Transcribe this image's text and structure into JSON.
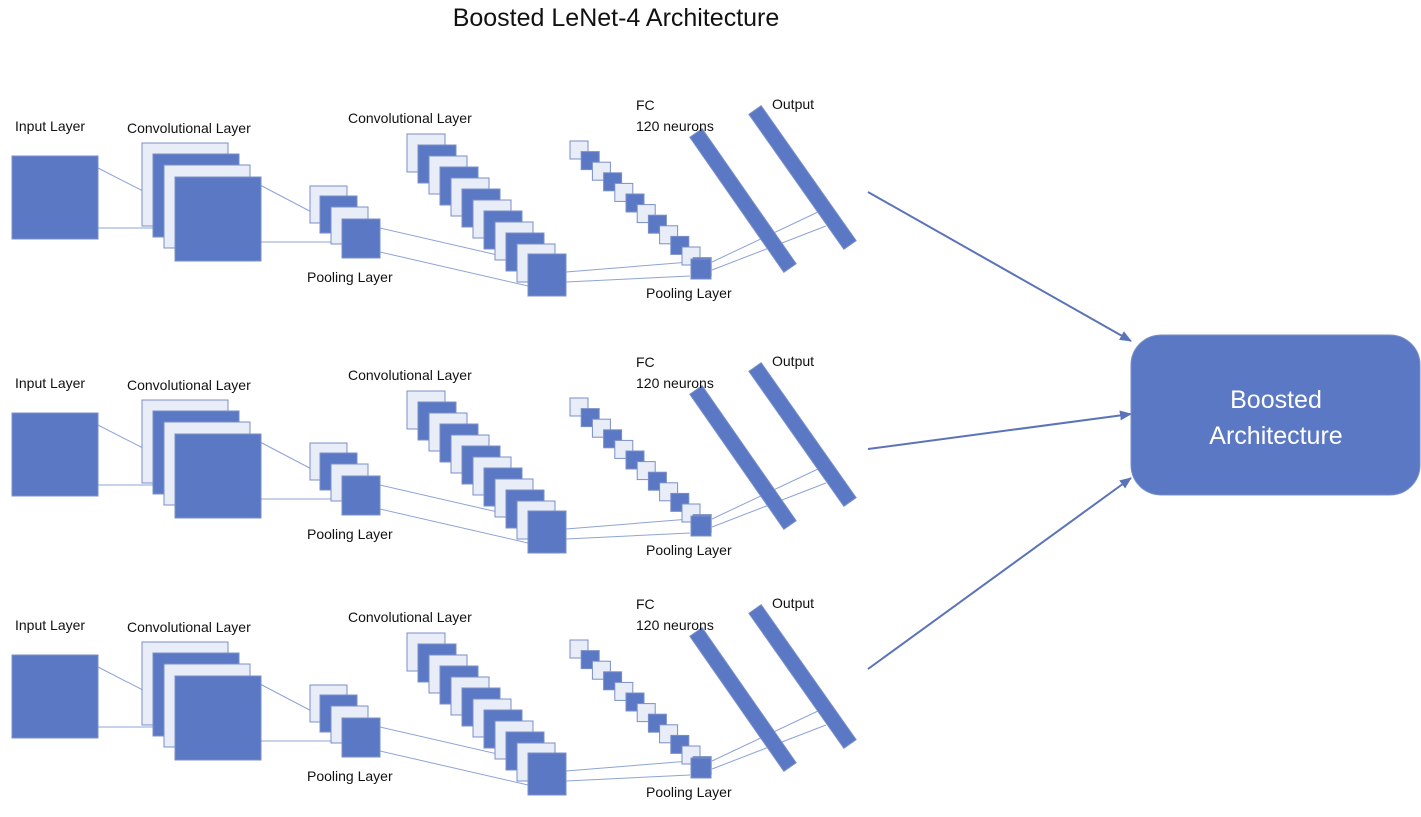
{
  "title": "Boosted LeNet-4 Architecture",
  "colors": {
    "fill": "#5b78c4",
    "light_fill": "#e9edf7",
    "stroke": "#7a8fc8",
    "connector": "#8ea3d6",
    "arrow": "#5b73b8",
    "boosted_fill": "#5b78c4",
    "boosted_text": "#ffffff"
  },
  "branches": [
    {
      "input_label": "Input Layer",
      "conv1_label": "Convolutional Layer",
      "pool1_label": "Pooling Layer",
      "conv2_label": "Convolutional Layer",
      "fc_label_line1": "FC",
      "fc_label_line2": "120 neurons",
      "output_label": "Output",
      "pool2_label": "Pooling Layer"
    },
    {
      "input_label": "Input Layer",
      "conv1_label": "Convolutional Layer",
      "pool1_label": "Pooling Layer",
      "conv2_label": "Convolutional Layer",
      "fc_label_line1": "FC",
      "fc_label_line2": "120 neurons",
      "output_label": "Output",
      "pool2_label": "Pooling Layer"
    },
    {
      "input_label": "Input Layer",
      "conv1_label": "Convolutional Layer",
      "pool1_label": "Pooling Layer",
      "conv2_label": "Convolutional Layer",
      "fc_label_line1": "FC",
      "fc_label_line2": "120 neurons",
      "output_label": "Output",
      "pool2_label": "Pooling Layer"
    }
  ],
  "boosted": {
    "line1": "Boosted",
    "line2": "Architecture"
  }
}
